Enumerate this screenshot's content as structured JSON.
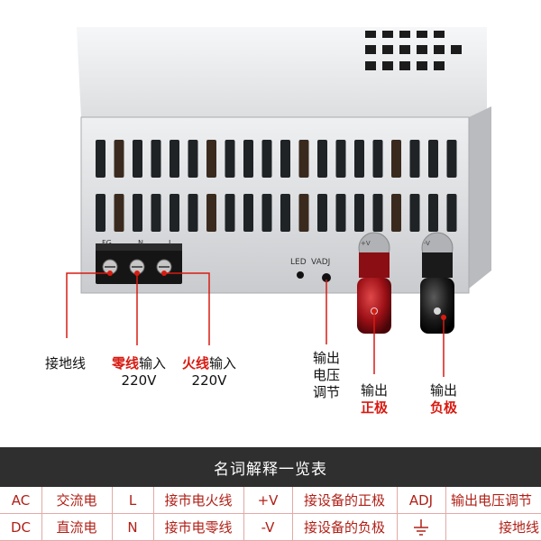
{
  "panel_labels": {
    "terminal_labels": [
      "FG",
      "N",
      "L"
    ],
    "led_label": "LED",
    "vadj_label": "VADJ",
    "positive_post": "+V",
    "negative_post": "-V"
  },
  "annotations": {
    "ground": {
      "line1": "接地线"
    },
    "neutral": {
      "highlight": "零线",
      "suffix": "输入",
      "voltage": "220V"
    },
    "live": {
      "highlight": "火线",
      "suffix": "输入",
      "voltage": "220V"
    },
    "adjust": {
      "line1": "输出",
      "line2": "电压",
      "line3": "调节"
    },
    "positive": {
      "line1": "输出",
      "line2": "正极"
    },
    "negative": {
      "line1": "输出",
      "line2": "负极"
    }
  },
  "legend": {
    "title": "名词解释一览表",
    "rows": [
      [
        "AC",
        "交流电",
        "L",
        "接市电火线",
        "+V",
        "接设备的正极",
        "ADJ",
        "输出电压调节"
      ],
      [
        "DC",
        "直流电",
        "N",
        "接市电零线",
        "-V",
        "接设备的负极",
        "ground-symbol-icon",
        "接地线"
      ]
    ]
  },
  "colors": {
    "accent_red": "#d81b12",
    "table_red": "#b02017",
    "banner_bg": "#2f2f2f",
    "chassis": "#d9dadc"
  }
}
